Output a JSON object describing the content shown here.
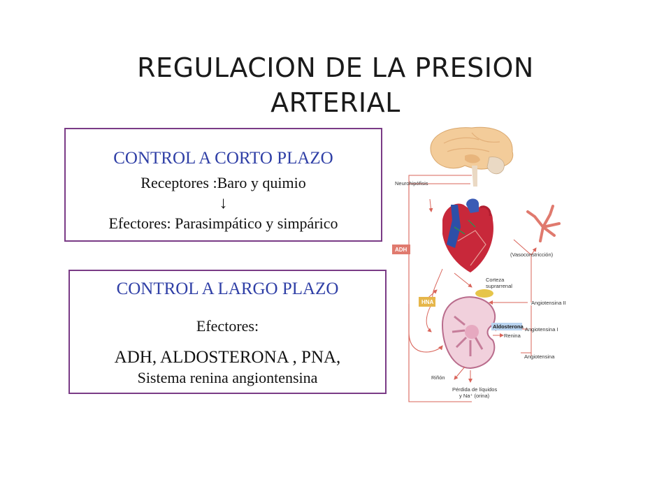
{
  "title": {
    "line1": "REGULACION DE LA PRESION",
    "line2": "ARTERIAL"
  },
  "short_term": {
    "heading": "CONTROL A CORTO PLAZO",
    "receptors": "Receptores :Baro y quimio",
    "arrow": "↓",
    "effectors": "Efectores: Parasimpático y simpárico"
  },
  "long_term": {
    "heading": "CONTROL A LARGO  PLAZO",
    "effectors_label": "Efectores:",
    "effectors_list": "ADH, ALDOSTERONA , PNA,",
    "system": "Sistema renina angiontensina"
  },
  "diagram": {
    "neurohipofisis": "Neurohipófisis",
    "adh": "ADH",
    "vasoconstriccion": "(Vasoconstricción)",
    "corteza": "Corteza",
    "suprarrenal": "suprarrenal",
    "hna": "HNA",
    "angiotensina_ii": "Angiotensina II",
    "aldosterona": "Aldosterona",
    "angiotensina_i": "Angiotensina I",
    "renina": "Renina",
    "angiotensina": "Angiotensina",
    "rinon": "Riñón",
    "perdida_1": "Pérdida de líquidos",
    "perdida_2": "y Na⁺ (orina)"
  },
  "colors": {
    "box_border": "#7a3b86",
    "heading_blue": "#2f3fa6",
    "arrow_red": "#d9645a",
    "label_box": "#e07a6e"
  }
}
